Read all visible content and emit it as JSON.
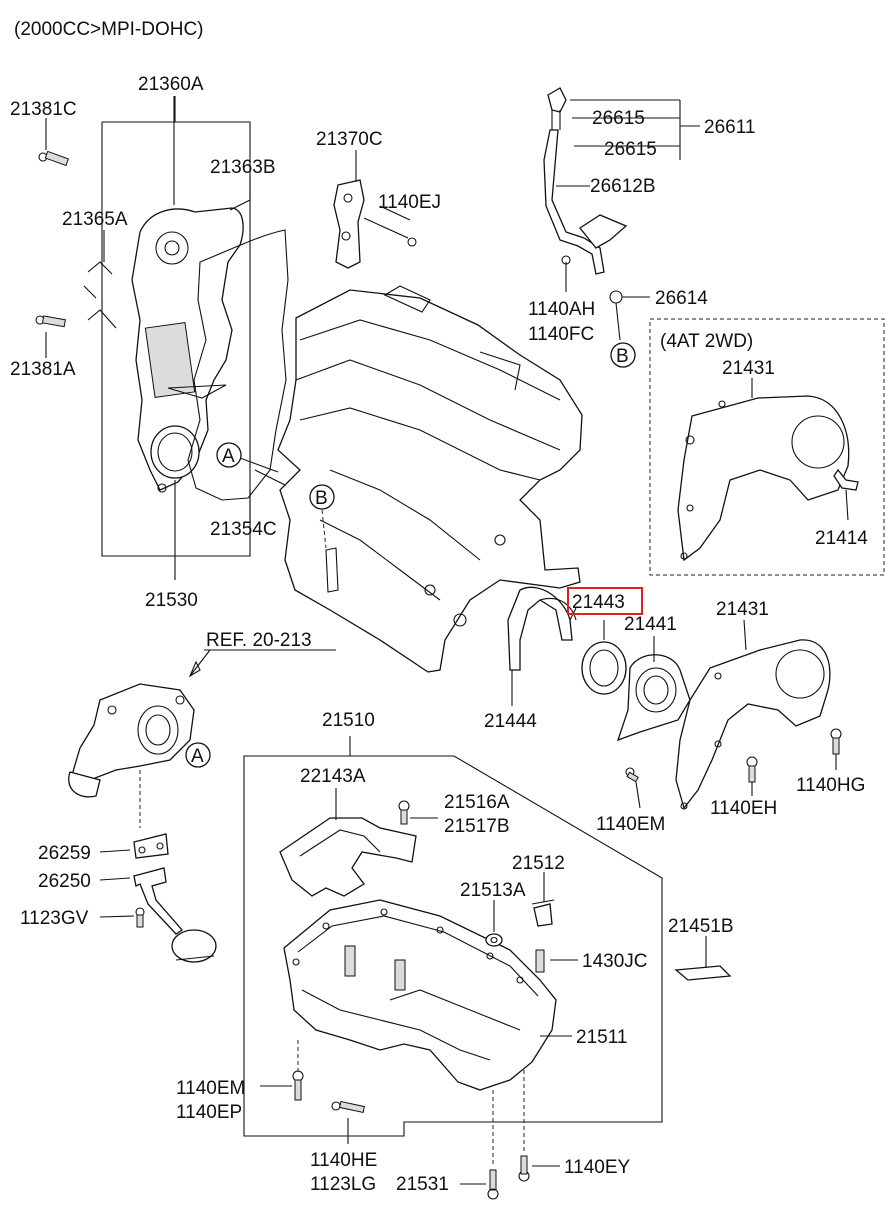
{
  "header": {
    "title": "(2000CC>MPI-DOHC)"
  },
  "variant_box": {
    "label": "(4AT 2WD)"
  },
  "highlight": {
    "part_no": "21443",
    "color": "#e02020"
  },
  "labels": {
    "p21360A": "21360A",
    "p21381C": "21381C",
    "p21363B": "21363B",
    "p21365A": "21365A",
    "p21381A": "21381A",
    "p21370C": "21370C",
    "p1140EJ": "1140EJ",
    "p26615a": "26615",
    "p26615b": "26615",
    "p26611": "26611",
    "p26612B": "26612B",
    "p1140AH": "1140AH",
    "p1140FC": "1140FC",
    "p26614": "26614",
    "calloutB1": "B",
    "calloutA1": "A",
    "p21354C": "21354C",
    "calloutB2": "B",
    "p21530": "21530",
    "p21431a": "21431",
    "p21414": "21414",
    "p21443": "21443",
    "p21441": "21441",
    "p21431b": "21431",
    "p21444": "21444",
    "ref": "REF. 20-213",
    "calloutA2": "A",
    "p21510": "21510",
    "p22143A": "22143A",
    "p21516A": "21516A",
    "p21517B": "21517B",
    "p1140HG": "1140HG",
    "p1140EH": "1140EH",
    "p1140EMa": "1140EM",
    "p26259": "26259",
    "p26250": "26250",
    "p1123GV": "1123GV",
    "p21512": "21512",
    "p21513A": "21513A",
    "p21451B": "21451B",
    "p1430JC": "1430JC",
    "p21511": "21511",
    "p1140EMb": "1140EM",
    "p1140EP": "1140EP",
    "p1140HE": "1140HE",
    "p1123LG": "1123LG",
    "p21531": "21531",
    "p1140EY": "1140EY"
  }
}
